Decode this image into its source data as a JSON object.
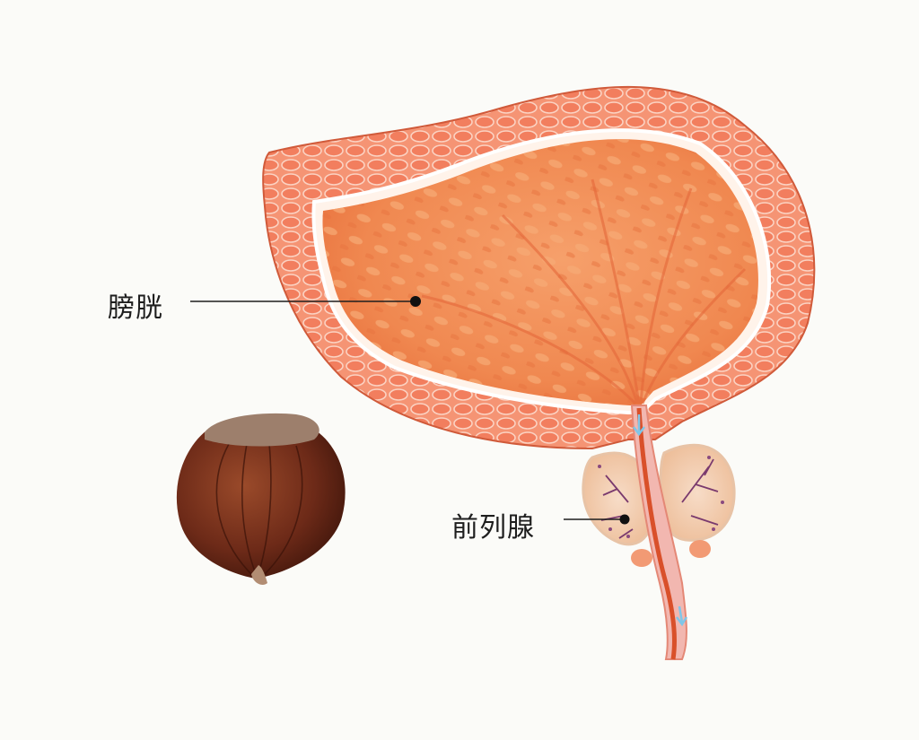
{
  "labels": {
    "bladder": "膀胱",
    "prostate": "前列腺"
  },
  "illustrations": {
    "bladder": "bladder-cross-section",
    "prostate": "prostate-gland",
    "urethra": "urethra",
    "chestnut": "chestnut-comparison"
  },
  "colors": {
    "background": "#fbfbf8",
    "bladder_wall": "#f28a6a",
    "bladder_lumen": "#f08350",
    "prostate_tissue": "#f3d2b8",
    "prostate_ducts": "#7a3a6e",
    "chestnut_shell": "#6b2c1a",
    "flow_arrow": "#7fc6e8",
    "label_text": "#1e1e1e"
  }
}
